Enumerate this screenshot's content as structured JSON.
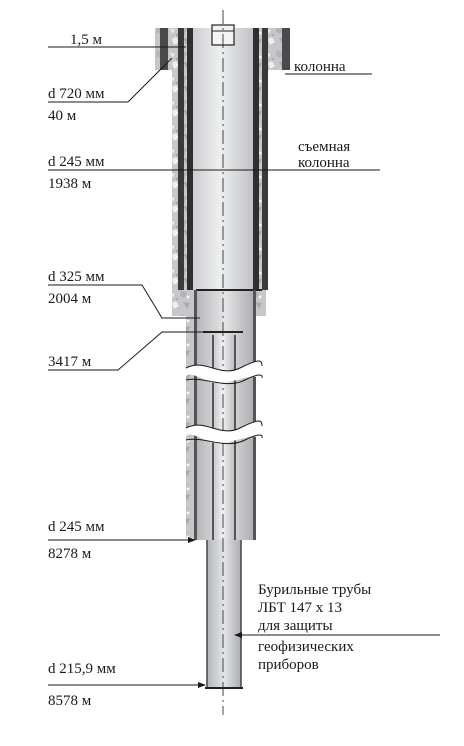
{
  "labels": {
    "top_gap": "1,5 м",
    "column": "колонна",
    "d720": "d 720 мм",
    "d720_depth": "40 м",
    "d245_top": "d 245 мм",
    "d245_top_depth": "1938 м",
    "removable_line1": "съемная",
    "removable_line2": "колонна",
    "d325": "d 325 мм",
    "d325_depth": "2004 м",
    "break_depth": "3417 м",
    "d245_bottom": "d 245 мм",
    "d245_bottom_depth": "8278 м",
    "pipes_line1": "Бурильные трубы",
    "pipes_line2": "ЛБТ 147 х 13",
    "pipes_line3": "для защиты",
    "pipes_line4": "геофизических",
    "pipes_line5": "приборов",
    "d2159": "d 215,9 мм",
    "d2159_depth": "8578 м"
  },
  "colors": {
    "rock": "#c9cacd",
    "casing": "#d4d5d8",
    "steel": "#333333",
    "annulus": "#9a9b9e"
  }
}
